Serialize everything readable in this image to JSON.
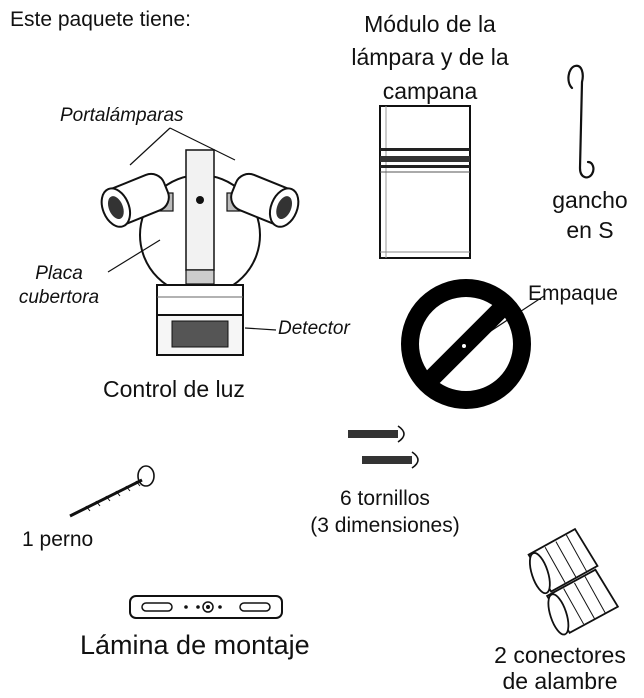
{
  "header": {
    "title": "Este paquete tiene:"
  },
  "items": {
    "lamp_module": {
      "line1": "Módulo de la",
      "line2": "lámpara y de la",
      "line3": "campana"
    },
    "s_hook": {
      "line1": "gancho",
      "line2": "en S"
    },
    "light_control": {
      "caption": "Control de luz",
      "callouts": {
        "lamp_holders": "Portalámparas",
        "cover_line1": "Placa",
        "cover_line2": "cubertora",
        "detector": "Detector"
      }
    },
    "gasket": {
      "label": "Empaque"
    },
    "screws": {
      "line1": "6 tornillos",
      "line2": "(3 dimensiones)"
    },
    "bolt": {
      "label": "1 perno"
    },
    "mounting_plate": {
      "label": "Lámina de montaje"
    },
    "wire_connectors": {
      "line1": "2 conectores",
      "line2": "de alambre"
    }
  }
}
